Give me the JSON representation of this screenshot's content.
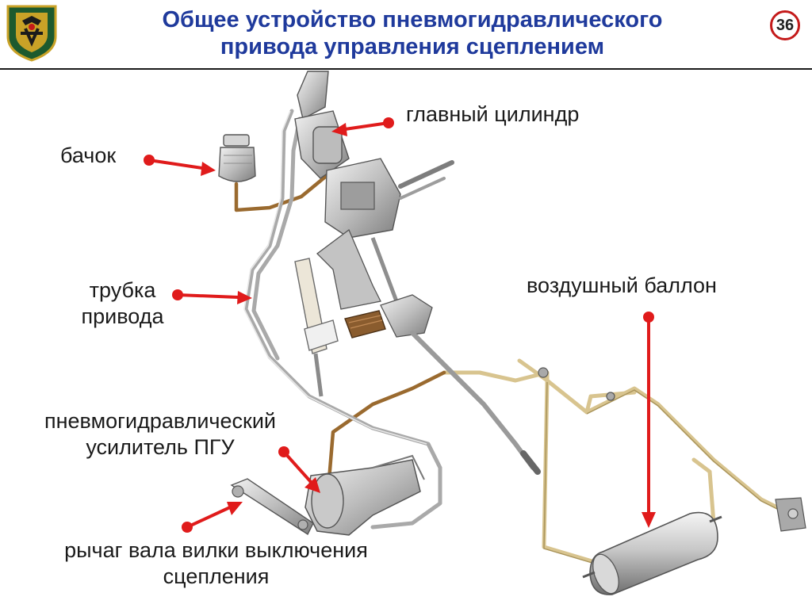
{
  "header": {
    "title_line1": "Общее устройство пневмогидравлического",
    "title_line2": "привода управления сцеплением",
    "page_number": "36"
  },
  "labels": {
    "main_cylinder": "главный цилиндр",
    "reservoir": "бачок",
    "drive_tube_line1": "трубка",
    "drive_tube_line2": "привода",
    "air_tank": "воздушный баллон",
    "booster_line1": "пневмогидравлический",
    "booster_line2": "усилитель ПГУ",
    "lever_line1": "рычаг вала вилки выключения",
    "lever_line2": "сцепления"
  },
  "colors": {
    "title": "#1f3a9c",
    "arrow": "#e01b1b",
    "brake_line": "#9a6a2f",
    "air_line": "#d8c48f",
    "metal": "#b9b9b9"
  },
  "icons": {
    "emblem": "military-academy-emblem-icon",
    "page_badge": "circled-number"
  }
}
